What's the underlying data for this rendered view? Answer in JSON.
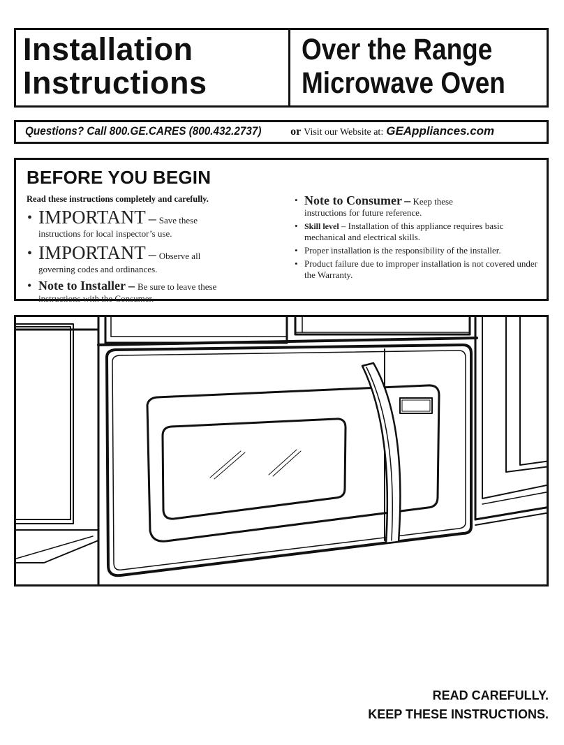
{
  "header": {
    "title_line1": "Installation",
    "title_line2": "Instructions",
    "product_line1": "Over the Range",
    "product_line2": "Microwave Oven"
  },
  "questions": {
    "call": "Questions? Call 800.GE.CARES (800.432.2737)",
    "or": "or",
    "visit": "Visit our Website at:",
    "website": "GEAppliances.com"
  },
  "before_you_begin": {
    "heading": "BEFORE YOU BEGIN",
    "read": "Read these instructions completely and carefully.",
    "important1": {
      "label": "IMPORTANT",
      "dash": "–",
      "text1": "Save these",
      "text2": "instructions for local inspector’s use."
    },
    "important2": {
      "label": "IMPORTANT",
      "dash": "–",
      "text1": "Observe all",
      "text2": "governing codes and ordinances."
    },
    "installer": {
      "label": "Note to Installer",
      "dash": "–",
      "text1": "Be sure to leave these",
      "text2": "instructions with the Consumer."
    },
    "consumer": {
      "label": "Note to Consumer",
      "dash": "–",
      "text1": "Keep these",
      "text2": "instructions for future reference."
    },
    "skill": {
      "label": "Skill level",
      "text": "– Installation of this appliance requires basic mechanical and electrical skills."
    },
    "proper": "Proper installation is the responsibility of the installer.",
    "failure": "Product failure due to improper installation is not covered under the Warranty.",
    "bullet": "•"
  },
  "footer": {
    "line1": "READ CAREFULLY.",
    "line2": "KEEP THESE INSTRUCTIONS."
  }
}
